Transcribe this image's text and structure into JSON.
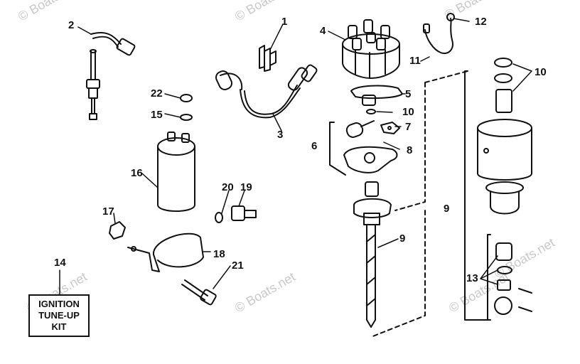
{
  "watermarks": [
    "© Boats.net",
    "© Boats.net",
    "© Boats.net",
    "© Boats.net",
    "© Boats.net",
    "© Boats.net",
    "© Boats.net"
  ],
  "callouts": {
    "c1": "1",
    "c2": "2",
    "c3": "3",
    "c4": "4",
    "c5": "5",
    "c6": "6",
    "c7": "7",
    "c8": "8",
    "c9a": "9",
    "c9b": "9",
    "c10a": "10",
    "c10b": "10",
    "c11": "11",
    "c12": "12",
    "c13": "13",
    "c14": "14",
    "c15": "15",
    "c16": "16",
    "c17": "17",
    "c18": "18",
    "c19": "19",
    "c20": "20",
    "c21": "21",
    "c22": "22"
  },
  "kit_box": {
    "line1": "IGNITION",
    "line2": "TUNE-UP",
    "line3": "KIT"
  }
}
